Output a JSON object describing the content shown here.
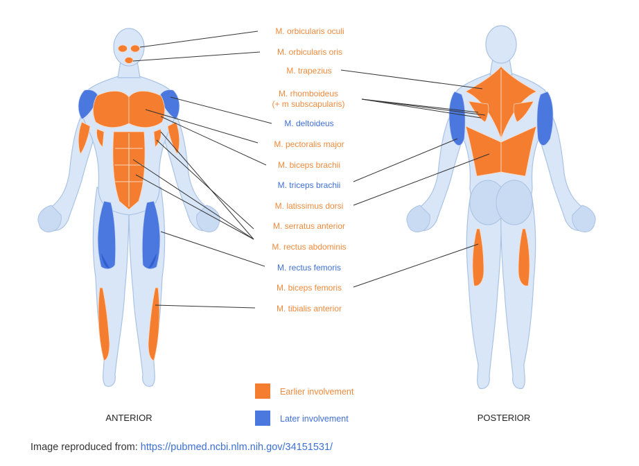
{
  "labels": {
    "orbicularis_oculi": "M. orbicularis oculi",
    "orbicularis_oris": "M. orbicularis oris",
    "trapezius": "M. trapezius",
    "rhomboideus_1": "M. rhomboideus",
    "rhomboideus_2": "(+ m subscapularis)",
    "deltoideus": "M. deltoideus",
    "pectoralis": "M. pectoralis major",
    "biceps_brachii": "M. biceps brachii",
    "triceps_brachii": "M. triceps brachii",
    "latissimus": "M. latissimus dorsi",
    "serratus": "M. serratus anterior",
    "rectus_abdominis": "M. rectus abdominis",
    "rectus_femoris": "M. rectus femoris",
    "biceps_femoris": "M. biceps femoris",
    "tibialis": "M. tibialis anterior"
  },
  "views": {
    "anterior": "ANTERIOR",
    "posterior": "POSTERIOR"
  },
  "legend": {
    "early": "Earlier involvement",
    "late": "Later involvement"
  },
  "colors": {
    "early": "#f47d2f",
    "late": "#4a78de",
    "body": "#d9e6f7"
  },
  "credit": {
    "prefix": "Image reproduced from: ",
    "link": "https://pubmed.ncbi.nlm.nih.gov/34151531/"
  }
}
